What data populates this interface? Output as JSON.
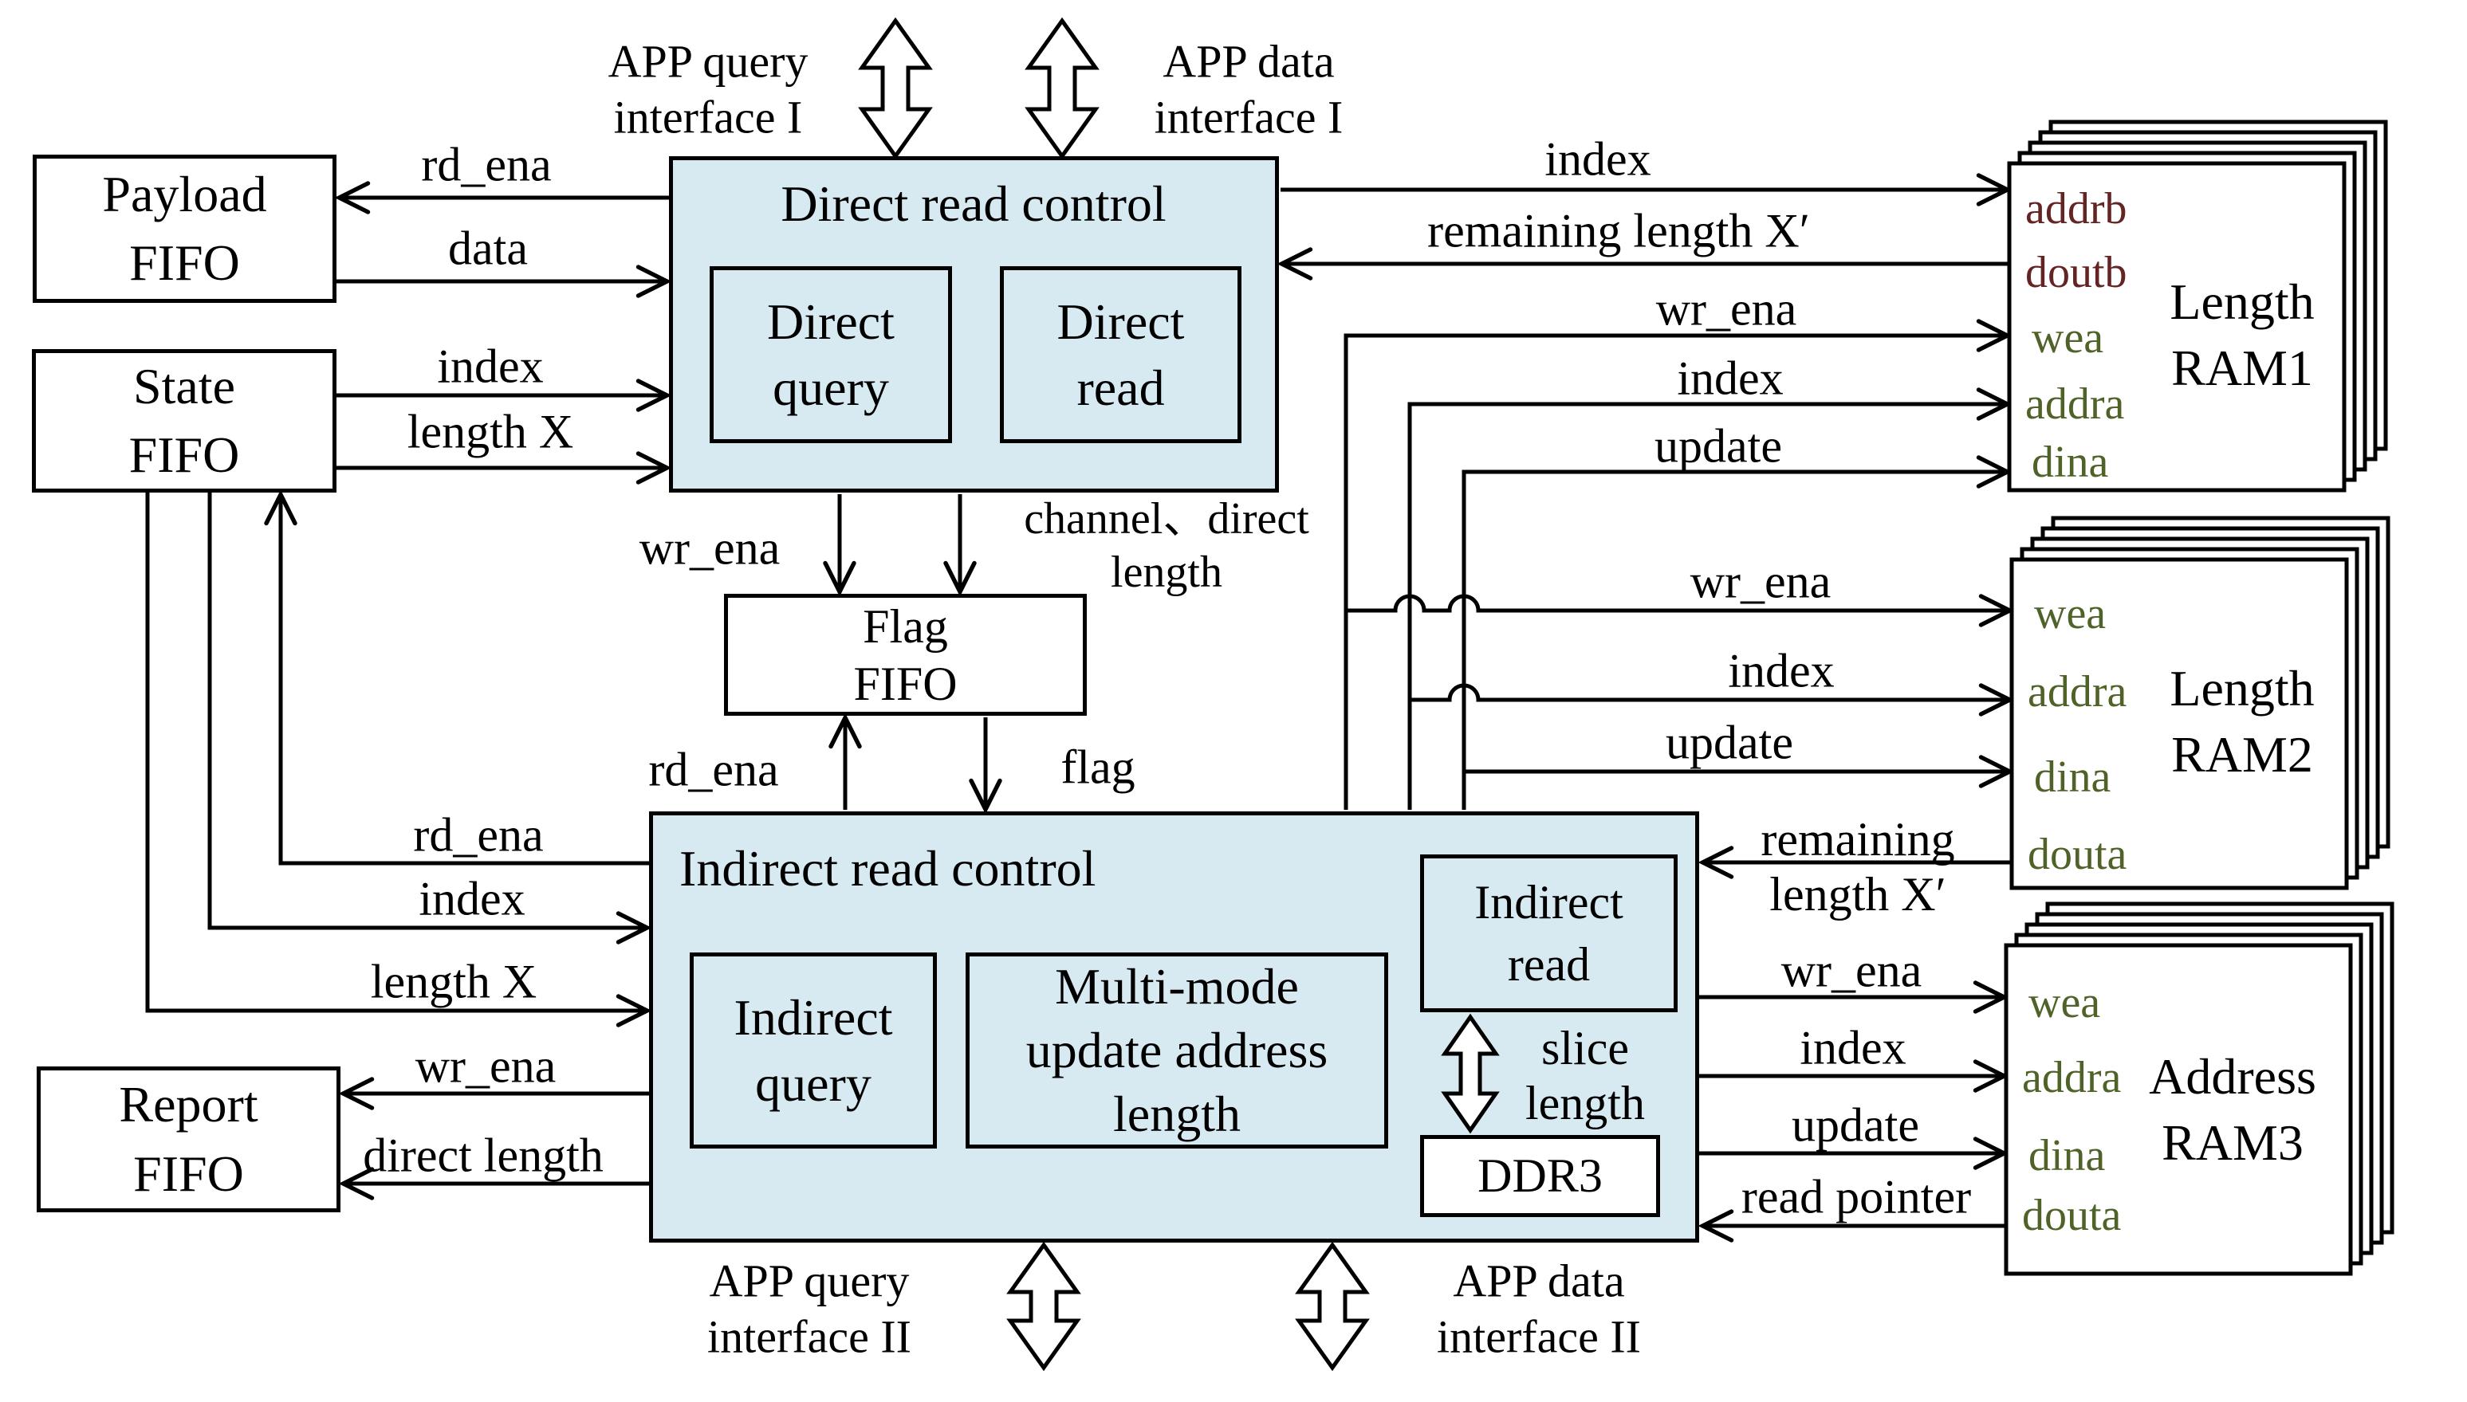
{
  "colors": {
    "panel_fill": "#d7e9f1",
    "line": "#000000",
    "port_maroon": "#632423",
    "port_olive": "#4f6228"
  },
  "interfaces": {
    "app_query_1": "APP query\ninterface I",
    "app_data_1": "APP data\ninterface I",
    "app_query_2": "APP query\ninterface II",
    "app_data_2": "APP data\ninterface II"
  },
  "blocks": {
    "payload_fifo": "Payload\nFIFO",
    "state_fifo": "State\nFIFO",
    "report_fifo": "Report\nFIFO",
    "flag_fifo": "Flag\nFIFO",
    "direct_read_control": "Direct read control",
    "direct_query": "Direct\nquery",
    "direct_read": "Direct\nread",
    "indirect_read_control": "Indirect read control",
    "indirect_query": "Indirect\nquery",
    "multi_mode": "Multi-mode\nupdate address\nlength",
    "indirect_read": "Indirect\nread",
    "ddr3": "DDR3"
  },
  "rams": {
    "ram1": {
      "title": "Length\nRAM1",
      "ports": [
        {
          "name": "addrb",
          "color": "#632423"
        },
        {
          "name": "doutb",
          "color": "#632423"
        },
        {
          "name": "wea",
          "color": "#4f6228"
        },
        {
          "name": "addra",
          "color": "#4f6228"
        },
        {
          "name": "dina",
          "color": "#4f6228"
        }
      ]
    },
    "ram2": {
      "title": "Length\nRAM2",
      "ports": [
        {
          "name": "wea",
          "color": "#4f6228"
        },
        {
          "name": "addra",
          "color": "#4f6228"
        },
        {
          "name": "dina",
          "color": "#4f6228"
        },
        {
          "name": "douta",
          "color": "#4f6228"
        }
      ]
    },
    "ram3": {
      "title": "Address\nRAM3",
      "ports": [
        {
          "name": "wea",
          "color": "#4f6228"
        },
        {
          "name": "addra",
          "color": "#4f6228"
        },
        {
          "name": "dina",
          "color": "#4f6228"
        },
        {
          "name": "douta",
          "color": "#4f6228"
        }
      ]
    }
  },
  "signals": {
    "rd_ena_payload": "rd_ena",
    "data_payload": "data",
    "index_state": "index",
    "length_x_state": "length X",
    "index_direct_ram1": "index",
    "remaining_length_direct": "remaining length X′",
    "wr_ena_ram1": "wr_ena",
    "index_ram1": "index",
    "update_ram1": "update",
    "wr_ena_flag": "wr_ena",
    "channel_direct_length": "channel、direct\nlength",
    "rd_ena_flag": "rd_ena",
    "flag": "flag",
    "rd_ena_state": "rd_ena",
    "index_indirect": "index",
    "length_x_indirect": "length X",
    "wr_ena_ram2": "wr_ena",
    "index_ram2": "index",
    "update_ram2": "update",
    "remaining_length_ram2": "remaining\nlength X′",
    "wr_ena_report": "wr_ena",
    "direct_length_report": "direct length",
    "slice_length": "slice\nlength",
    "wr_ena_ram3": "wr_ena",
    "index_ram3": "index",
    "update_ram3": "update",
    "read_pointer": "read pointer"
  }
}
